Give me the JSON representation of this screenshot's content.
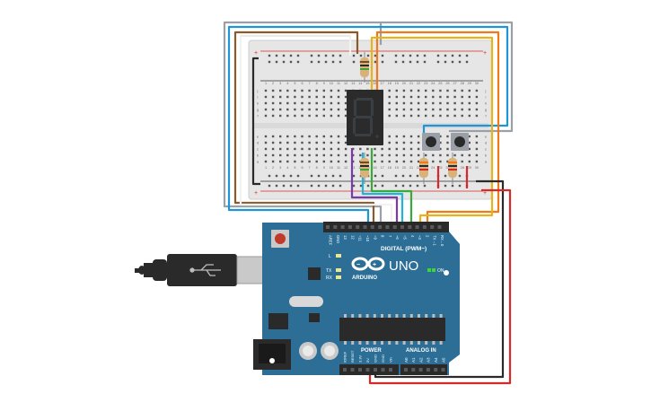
{
  "breadcrumb_free_canvas": true,
  "breadboard": {
    "column_numbers": [
      "1",
      "2",
      "3",
      "4",
      "5",
      "6",
      "7",
      "8",
      "9",
      "10",
      "11",
      "12",
      "13",
      "14",
      "15",
      "16",
      "17",
      "18",
      "19",
      "20",
      "21",
      "22",
      "23",
      "24",
      "25",
      "26",
      "27",
      "28",
      "29",
      "30"
    ],
    "row_letters_top": [
      "j",
      "i",
      "h",
      "g",
      "f"
    ],
    "row_letters_bottom": [
      "e",
      "d",
      "c",
      "b",
      "a"
    ],
    "rail_plus": "+",
    "rail_minus": "−"
  },
  "display": {
    "digit": "8",
    "segment_color": "#3a3f44"
  },
  "arduino": {
    "model": "UNO",
    "brand": "ARDUINO",
    "digital_label": "DIGITAL (PWM~)",
    "on_label": "ON",
    "power_label": "POWER",
    "analog_label": "ANALOG IN",
    "led_l": "L",
    "led_tx": "TX",
    "led_rx": "RX",
    "digital_pins": [
      "AREF",
      "GND",
      "13",
      "12",
      "~11",
      "~10",
      "~9",
      "8",
      "7",
      "~6",
      "~5",
      "4",
      "~3",
      "2",
      "TX→1",
      "RX←0"
    ],
    "power_pins": [
      "IOREF",
      "RESET",
      "3.3V",
      "5V",
      "GND",
      "GND",
      "Vin"
    ],
    "analog_pins": [
      "A0",
      "A1",
      "A2",
      "A3",
      "A4",
      "A5"
    ],
    "board_color": "#2c6e96"
  },
  "wire_colors": {
    "gray": "#9aa0a6",
    "blue": "#1f95d6",
    "brown": "#8a5a2b",
    "white": "#e8e8e8",
    "orange": "#f07a1a",
    "yellow": "#e8b21a",
    "purple": "#7a3aa8",
    "green": "#3aa83a",
    "red": "#d62a2a",
    "black": "#2a2a2a"
  }
}
